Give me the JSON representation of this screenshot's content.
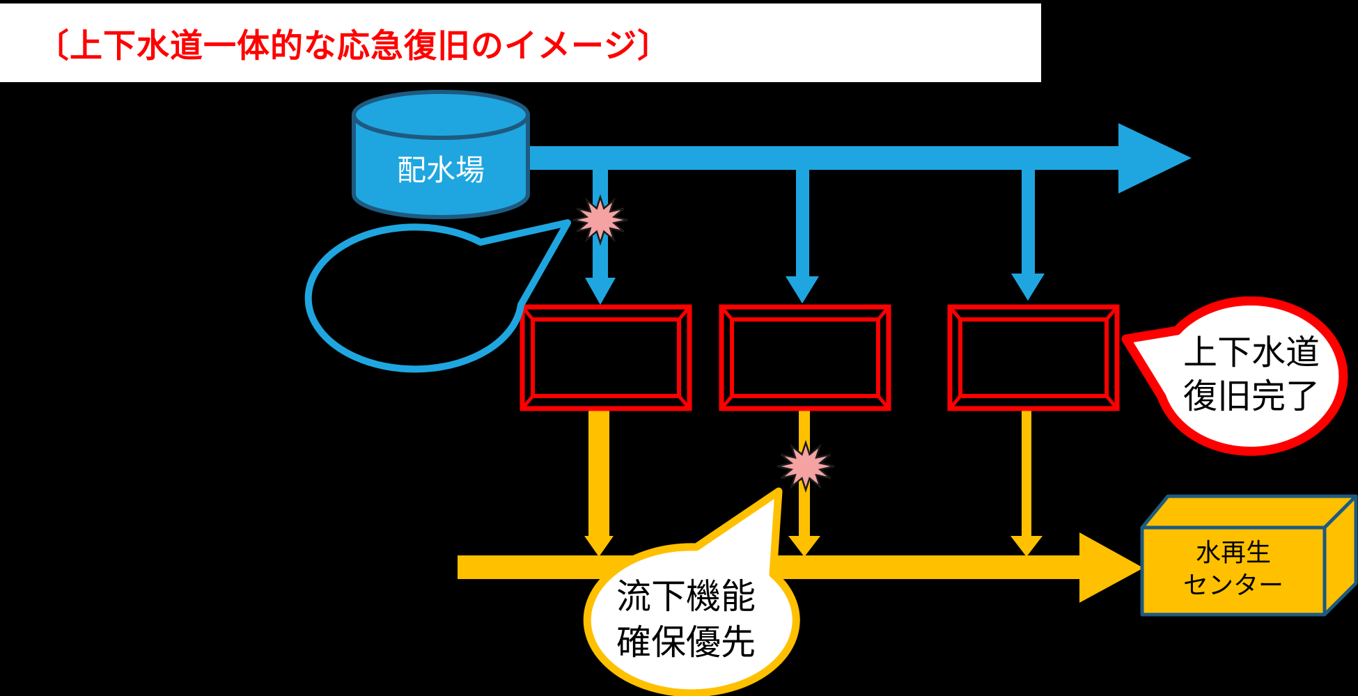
{
  "title": "〔上下水道一体的な応急復旧のイメージ〕",
  "nodes": {
    "distribution_plant": "配水場",
    "reclamation_center": {
      "line1": "水再生",
      "line2": "センター"
    }
  },
  "callouts": {
    "flow_priority": {
      "line1": "流下機能",
      "line2": "確保優先"
    },
    "restoration_complete": {
      "line1": "上下水道",
      "line2": "復旧完了"
    }
  },
  "colors": {
    "water_blue": "#1FA6E0",
    "sewer_yellow": "#FFC000",
    "damage_red": "#FF0000",
    "burst_pink": "#F4A2A2",
    "outline_navy": "#1E5A80",
    "title_red": "#FF0000"
  }
}
